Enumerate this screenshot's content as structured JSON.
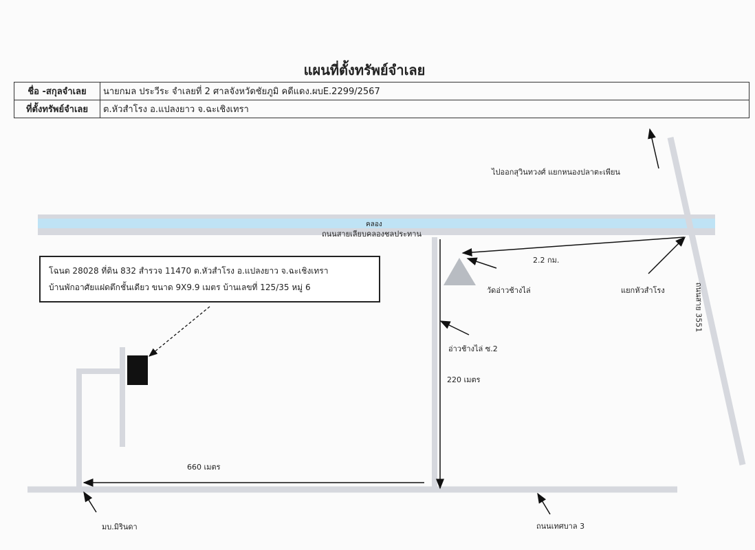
{
  "title": "แผนที่ตั้งทรัพย์จำเลย",
  "header_table": {
    "name_label": "ชื่อ -สกุลจำเลย",
    "name_value": "นายกมล  ประวีระ  จำเลยที่ 2   ศาลจังหวัดชัยภูมิ     คดีแดง.ผบE.2299/2567",
    "location_label": "ที่ตั้งทรัพย์จำเลย",
    "location_value": "ต.หัวสำโรง  อ.แปลงยาว  จ.ฉะเชิงเทรา"
  },
  "property_info": {
    "line1": "โฉนด  28028  ที่ดิน 832  สำรวจ 11470  ต.หัวสำโรง  อ.แปลงยาว  จ.ฉะเชิงเทรา",
    "line2": "บ้านพักอาศัยแฝดตึกชั้นเดียว ขนาด 9X9.9 เมตร บ้านเลขที่ 125/35 หมู่ 6"
  },
  "map_labels": {
    "to_highway": "ไปออกสุวินทวงศ์ แยกหนองปลาตะเพียน",
    "canal": "คลอง",
    "canal_road": "ถนนสายเลียบคลองชลประทาน",
    "distance_km": "2.2 กม.",
    "temple": "วัดอ่าวช้างไล่",
    "junction": "แยกหัวสำโรง",
    "road_3551": "ถนนสาย 3551",
    "soi": "อ่าวช้างไล่ ซ.2",
    "distance_220": "220 เมตร",
    "distance_660": "660 เมตร",
    "village": "มบ.มิรินดา",
    "municipal_road": "ถนนเทศบาล 3"
  },
  "colors": {
    "road": "#d6d8de",
    "canal": "#bfe3f5"
  }
}
